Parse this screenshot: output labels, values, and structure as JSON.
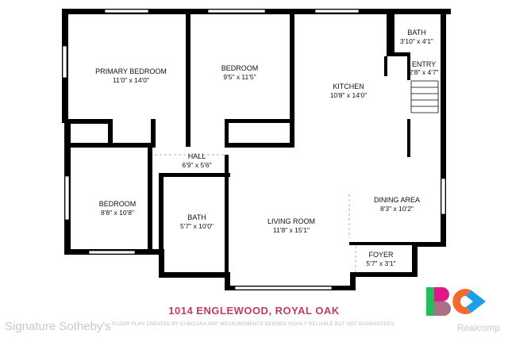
{
  "colors": {
    "wall": "#000000",
    "address": "#c23a66",
    "logo_orange": "#f26a2e",
    "logo_magenta": "#e2168a",
    "logo_green": "#1fbf5a",
    "logo_purple": "#6a2bd9",
    "logo_yellow": "#f7c21b",
    "logo_blue": "#1aa0e8"
  },
  "rooms": {
    "primary_bedroom": {
      "name": "PRIMARY BEDROOM",
      "dims": "11'0\" x 14'0\""
    },
    "bedroom_top": {
      "name": "BEDROOM",
      "dims": "9'5\" x 11'5\""
    },
    "kitchen": {
      "name": "KITCHEN",
      "dims": "10'8\" x 14'0\""
    },
    "bath_top": {
      "name": "BATH",
      "dims": "3'10\" x 4'1\""
    },
    "entry": {
      "name": "ENTRY",
      "dims": "2'8\" x 4'7\""
    },
    "hall": {
      "name": "HALL",
      "dims": "6'9\" x 5'6\""
    },
    "bedroom_left": {
      "name": "BEDROOM",
      "dims": "8'8\" x 10'8\""
    },
    "bath_mid": {
      "name": "BATH",
      "dims": "5'7\" x 10'0\""
    },
    "living_room": {
      "name": "LIVING ROOM",
      "dims": "11'8\" x 15'1\""
    },
    "dining_area": {
      "name": "DINING AREA",
      "dims": "8'3\" x 10'2\""
    },
    "foyer": {
      "name": "FOYER",
      "dims": "5'7\" x 3'1\""
    }
  },
  "address": "1014 ENGLEWOOD, ROYAL OAK",
  "disclaimer": "FLOOR PLAN CREATED BY CUBICASA APP. MEASUREMENTS DEEMED HIGHLY RELIABLE BUT NOT GUARANTEED.",
  "watermark_left": "Signature Sotheby's",
  "watermark_right": "Realcomp",
  "logo_letters": "BC"
}
